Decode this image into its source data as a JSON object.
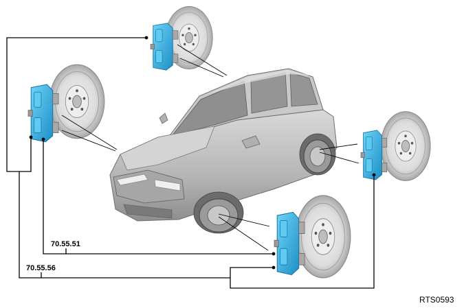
{
  "labels": {
    "code_1": "70.55.51",
    "code_2": "70.55.56",
    "figure_ref": "RTS0593"
  },
  "colors": {
    "caliper": "#3cb8e8",
    "caliper_dark": "#1f8cc0",
    "disc": "#d6d6d6",
    "disc_edge": "#9a9a9a",
    "car_body": "#bdbdbd",
    "car_dark": "#8c8c8c",
    "line": "#000000"
  }
}
